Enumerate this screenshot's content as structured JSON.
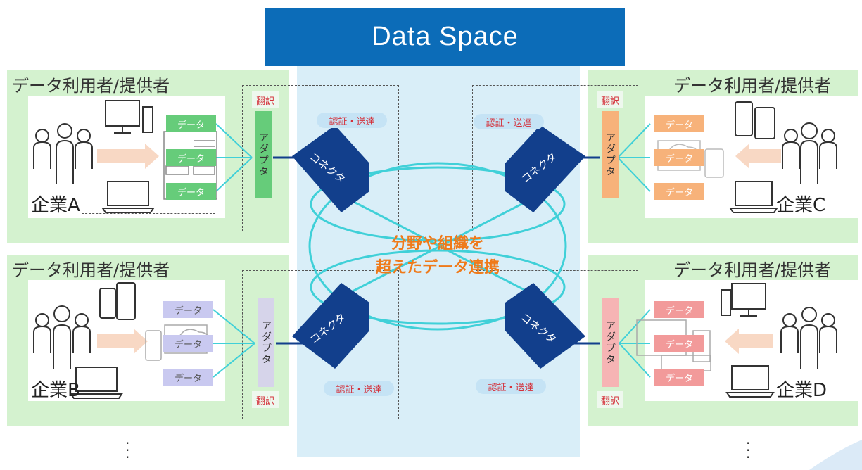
{
  "title": "Data Space",
  "center_text": [
    "分野や組織を",
    "超えたデータ連携"
  ],
  "company_role": "データ利用者/提供者",
  "companies": {
    "a": {
      "name": "企業A"
    },
    "b": {
      "name": "企業B"
    },
    "c": {
      "name": "企業C"
    },
    "d": {
      "name": "企業D"
    }
  },
  "data_label": "データ",
  "adapter_label": "アダプタ",
  "translation_label": "翻訳",
  "connector_label": "コネクタ",
  "auth_label": "認証・送達",
  "colors": {
    "data_space_blue": "#0c6cb8",
    "connector": "#123f8c",
    "link": "#40d0d8",
    "company_a": "#66cc7a",
    "company_b": "#c9c9f0",
    "company_c": "#f7b27a",
    "company_d": "#f29a9a",
    "highlight_text": "#ef7a1a"
  },
  "icons": [
    "people-icon",
    "monitor-icon",
    "laptop-icon",
    "server-icon",
    "phone-icon",
    "tablet-icon",
    "cloud-icon",
    "arrow-icon"
  ]
}
